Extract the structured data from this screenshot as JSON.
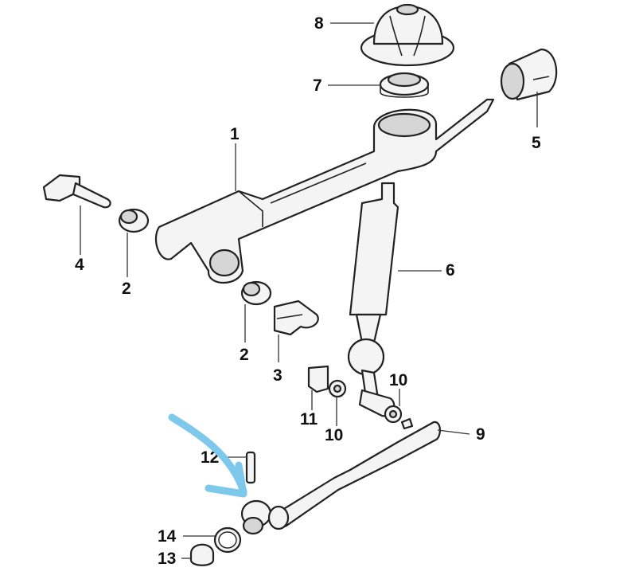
{
  "diagram": {
    "callouts": {
      "c1": "1",
      "c2a": "2",
      "c2b": "2",
      "c3": "3",
      "c4": "4",
      "c5": "5",
      "c6": "6",
      "c7": "7",
      "c8": "8",
      "c9": "9",
      "c10a": "10",
      "c10b": "10",
      "c11": "11",
      "c12": "12",
      "c13": "13",
      "c14": "14"
    },
    "annotation_color": "#7ec8ec",
    "line_color": "#222222"
  }
}
